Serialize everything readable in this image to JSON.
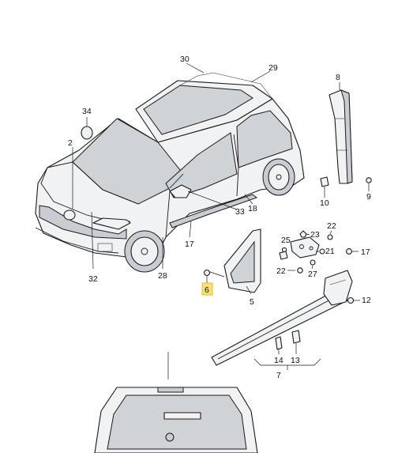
{
  "callouts": {
    "c30": "30",
    "c29": "29",
    "c8": "8",
    "c34": "34",
    "c2": "2",
    "c33": "33",
    "c18": "18",
    "c10": "10",
    "c9": "9",
    "c17a": "17",
    "c22a": "22",
    "c25": "25",
    "c23": "23",
    "c21": "21",
    "c17b": "17",
    "c28": "28",
    "c32": "32",
    "c6": "6",
    "c5": "5",
    "c22b": "22",
    "c27": "27",
    "c12": "12",
    "c14": "14",
    "c13": "13",
    "c7": "7"
  },
  "colors": {
    "highlight": "#f6e27a",
    "ink": "#1a1a1a",
    "glass": "#cfd3d6"
  }
}
